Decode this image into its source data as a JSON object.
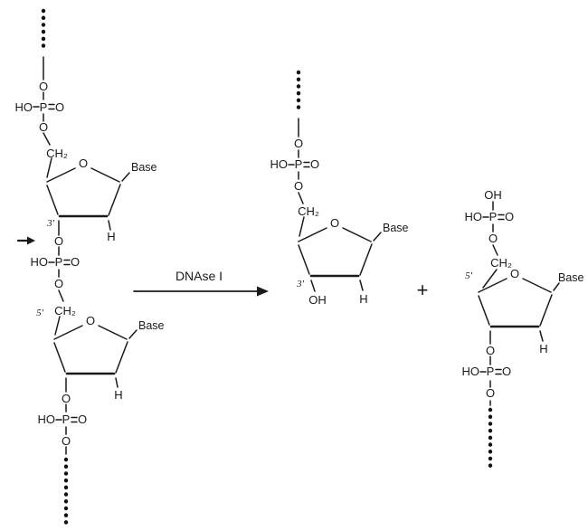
{
  "colors": {
    "ink": "#1a1a1a",
    "background": "#ffffff"
  },
  "reaction": {
    "enzyme": "DNAse I",
    "plus": "+"
  },
  "atoms": {
    "O": "O",
    "HO": "HO",
    "OH": "OH",
    "P": "P",
    "CH2": "CH₂",
    "H": "H",
    "Base": "Base"
  },
  "marks": {
    "three_prime": "3'",
    "five_prime": "5'"
  }
}
